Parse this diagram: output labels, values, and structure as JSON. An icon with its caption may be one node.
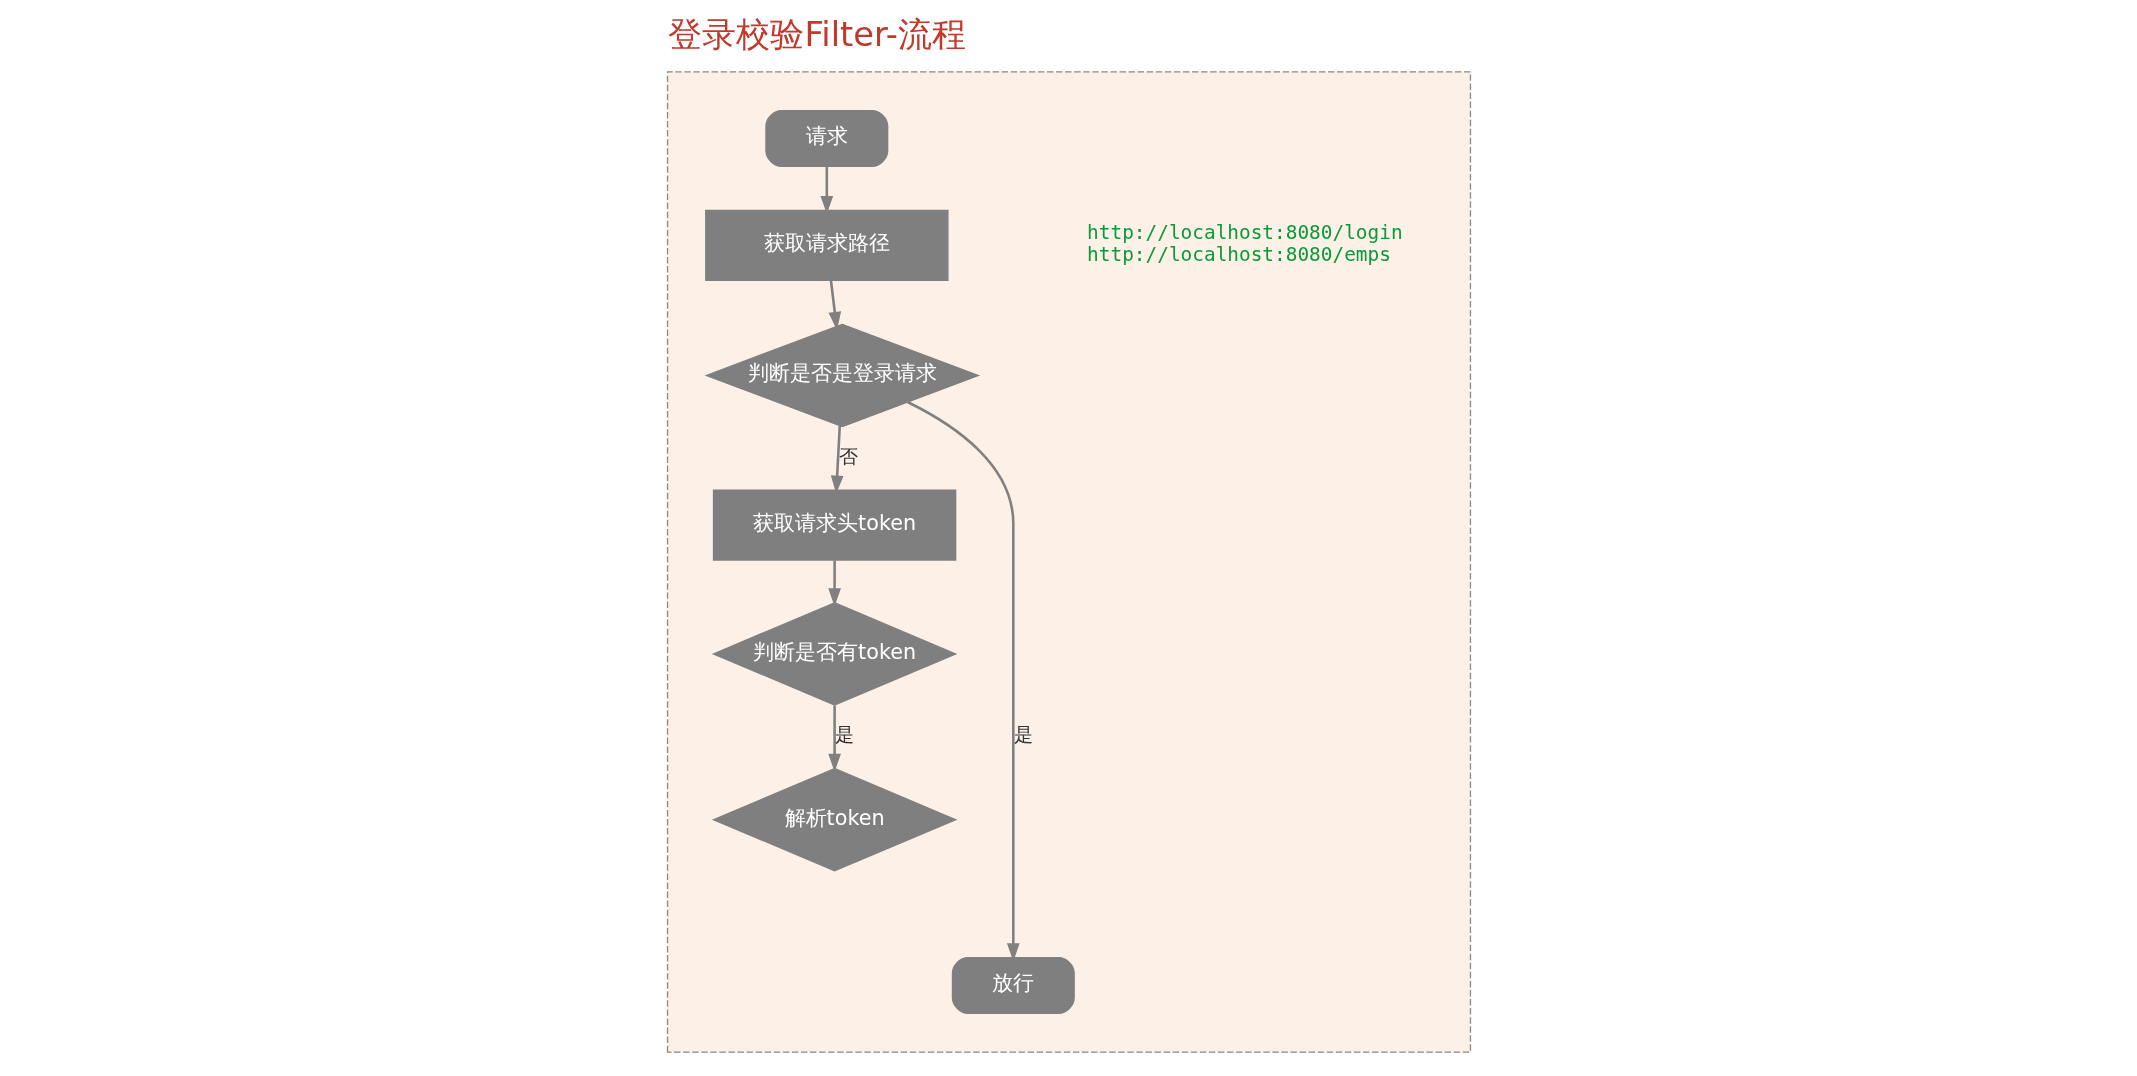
{
  "diagram": {
    "title": "登录校验Filter-流程",
    "nodes": [
      {
        "text": [],
        "shape": "box"
      },
      {
        "text": [
          "请求"
        ],
        "in": 0
      },
      {
        "text": [
          "获取请求路径"
        ],
        "in": 0,
        "beside": [
          "http://localhost:8080/login",
          "http://localhost:8080/emps"
        ]
      },
      {
        "text": [
          "判断是否是登录请求"
        ],
        "in": 0
      },
      {
        "text": [
          "获取请求头token"
        ],
        "in": 0
      },
      {
        "text": [
          "判断是否有token"
        ],
        "in": 0
      },
      {
        "text": [
          "解析token"
        ],
        "in": 0
      },
      {
        "text": [
          "放行"
        ],
        "in": 0
      }
    ],
    "edges": [
      {
        "from": 1,
        "to": 2,
        "arrow": "to"
      },
      {
        "from": 2,
        "to": 3,
        "arrow": "to"
      },
      {
        "from": 3,
        "to": 4,
        "arrow": "to",
        "label": "否"
      },
      {
        "from": 4,
        "to": 5,
        "arrow": "to"
      },
      {
        "from": 5,
        "to": 6,
        "arrow": "to",
        "label": "是"
      },
      {
        "from": 3,
        "to": 7,
        "arrow": "to",
        "label": "是"
      }
    ]
  }
}
